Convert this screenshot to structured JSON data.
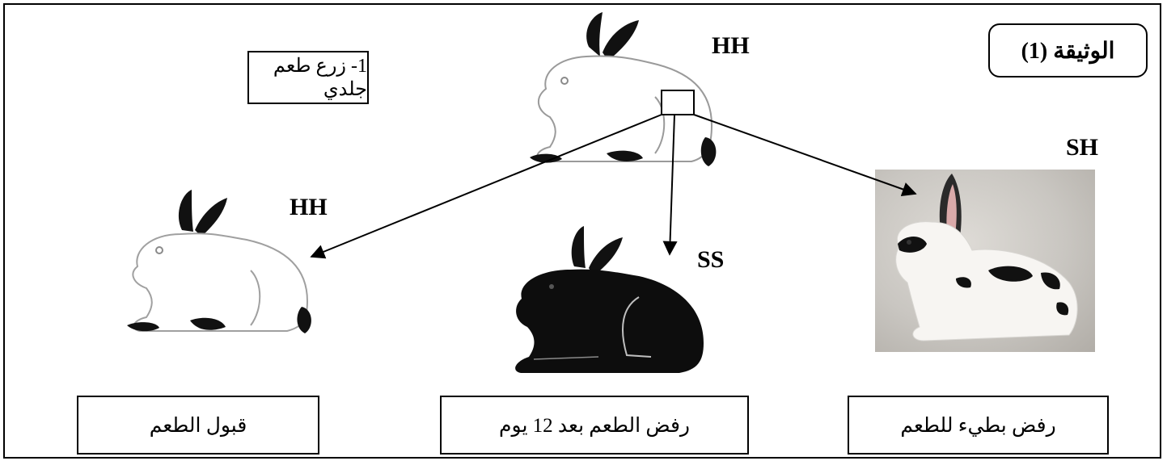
{
  "document": {
    "title": "الوثيقة (1)",
    "graft_label": "1- زرع طعم جلدي"
  },
  "donor": {
    "genotype": "HH"
  },
  "recipients": [
    {
      "genotype": "HH",
      "outcome": "قبول الطعم",
      "coat": "white"
    },
    {
      "genotype": "SS",
      "outcome": "رفض الطعم بعد 12 يوم",
      "coat": "black"
    },
    {
      "genotype": "SH",
      "outcome": "رفض بطيء للطعم",
      "coat": "white-with-black-spots"
    }
  ],
  "colors": {
    "ink": "#000000",
    "paper": "#ffffff",
    "photo_background": "#c9c6c1"
  }
}
